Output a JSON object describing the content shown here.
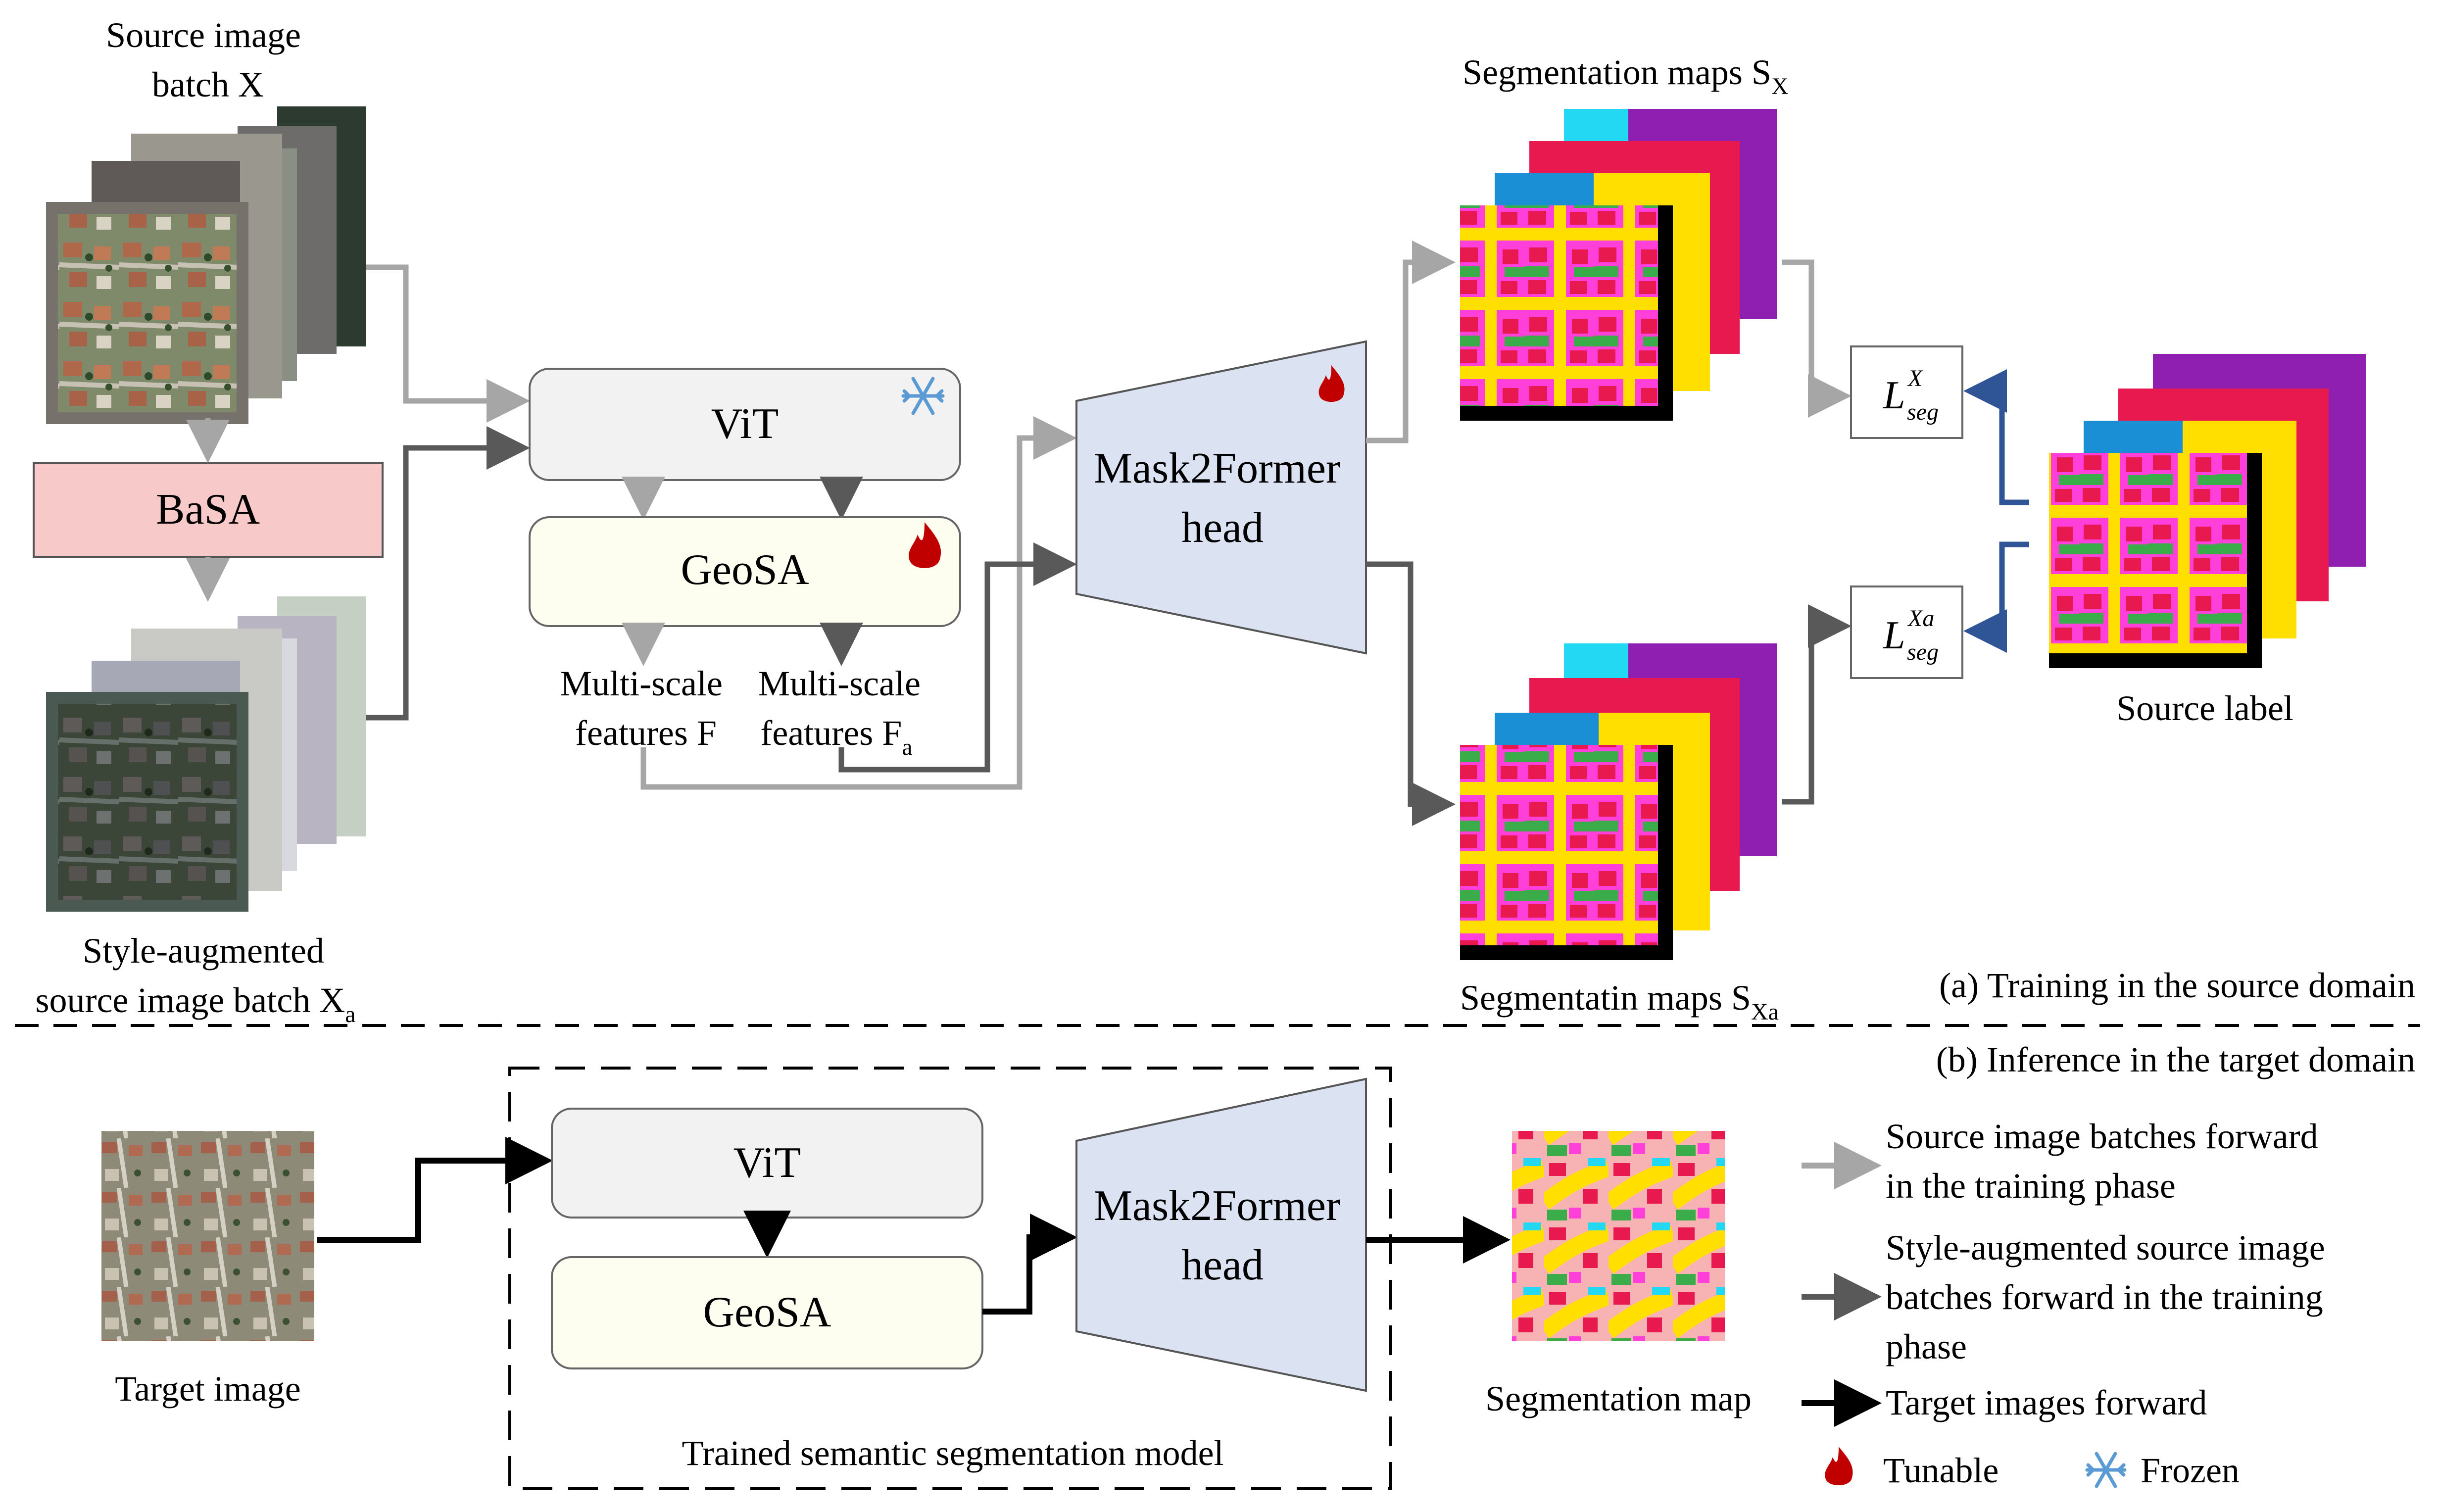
{
  "top": {
    "source_batch_label": [
      "Source image",
      "batch X"
    ],
    "augmented_batch_label_line1": "Style-augmented",
    "augmented_batch_label_line2": "source image batch X",
    "augmented_batch_label_sub": "a",
    "basa": "BaSA",
    "vit": "ViT",
    "geosa": "GeoSA",
    "features_f_line1": "Multi-scale",
    "features_f_line2": "features F",
    "features_fa_line1": "Multi-scale",
    "features_fa_line2": "features F",
    "features_fa_sub": "a",
    "head_line1": "Mask2Former",
    "head_line2": "head",
    "seg_maps_x": "Segmentation maps S",
    "seg_maps_x_sub": "X",
    "seg_maps_xa": "Segmentatin maps S",
    "seg_maps_xa_sub": "Xa",
    "loss_x": {
      "L": "L",
      "sup": "X",
      "sub": "seg"
    },
    "loss_xa": {
      "L": "L",
      "sup": "Xa",
      "sub": "seg"
    },
    "source_label": "Source label",
    "section_a": "(a) Training in the source domain"
  },
  "bottom": {
    "section_b": "(b) Inference in the target domain",
    "target_image": "Target image",
    "vit": "ViT",
    "geosa": "GeoSA",
    "head_line1": "Mask2Former",
    "head_line2": "head",
    "seg_map": "Segmentation map",
    "model_label": "Trained semantic segmentation model"
  },
  "legend": {
    "light_arrow": [
      "Source image batches forward",
      "in the training phase"
    ],
    "dark_arrow": [
      "Style-augmented source image",
      "batches forward in the training",
      "phase"
    ],
    "black_arrow": "Target images forward",
    "tunable": "Tunable",
    "frozen": "Frozen",
    "tunable_icon": "flame-icon",
    "frozen_icon": "snowflake-icon"
  },
  "colors": {
    "light_arrow": "#a6a6a6",
    "dark_arrow": "#595959",
    "black_arrow": "#000000",
    "loss_arrow": "#2f5597",
    "basa_fill": "#f8c9c9",
    "vit_fill": "#f2f2f2",
    "geosa_fill": "#fdfdf0",
    "head_fill": "#dbe2f2",
    "flame": "#c00000",
    "snow": "#5b9bd5",
    "cls_building": "#e8194f",
    "cls_road": "#ffdf00",
    "cls_low_veg": "#ff3fd9",
    "cls_tree": "#3aad4a",
    "cls_water": "#1a8fd6",
    "cls_bare": "#f7b3b3",
    "cls_agri": "#8f1fb0",
    "cls_other": "#23d8f2"
  }
}
